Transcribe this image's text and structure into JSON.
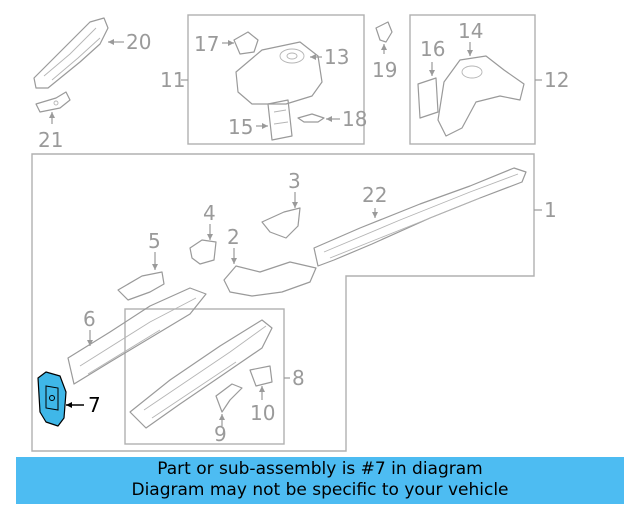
{
  "banner": {
    "line1": "Part or sub-assembly is #7 in diagram",
    "line2": "Diagram may not be specific to your vehicle",
    "color": "#4dbcf2"
  },
  "highlight_color": "#3fb7e8",
  "callouts": {
    "c1": "1",
    "c2": "2",
    "c3": "3",
    "c4": "4",
    "c5": "5",
    "c6": "6",
    "c7": "7",
    "c8": "8",
    "c9": "9",
    "c10": "10",
    "c11": "11",
    "c12": "12",
    "c13": "13",
    "c14": "14",
    "c15": "15",
    "c16": "16",
    "c17": "17",
    "c18": "18",
    "c19": "19",
    "c20": "20",
    "c21": "21",
    "c22": "22"
  }
}
